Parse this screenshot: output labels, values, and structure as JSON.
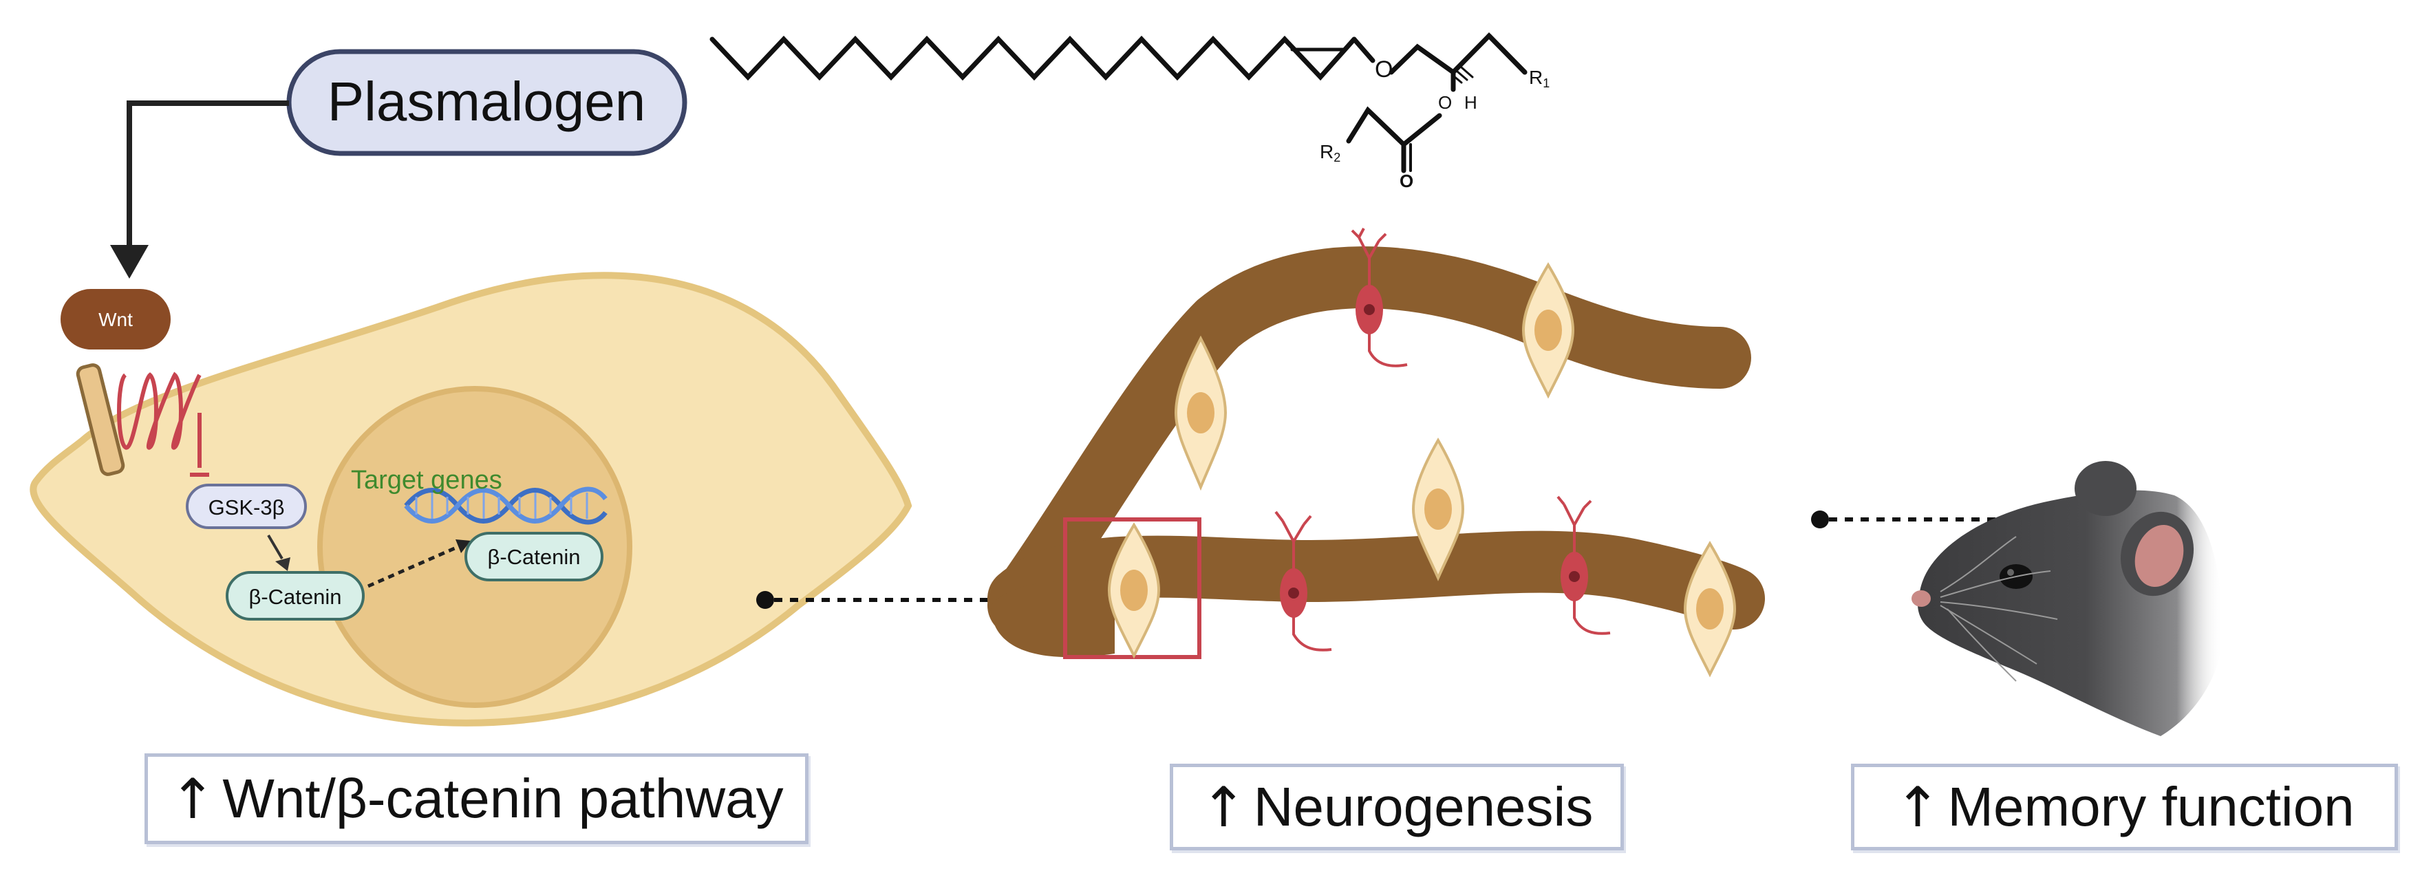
{
  "plasmalogen_label": "Plasmalogen",
  "molecule": {
    "r1": "R",
    "r1_sub": "1",
    "r2": "R",
    "r2_sub": "2",
    "o_ether": "O",
    "o_ester": "O",
    "o_carbonyl": "O",
    "h": "H"
  },
  "cell": {
    "wnt": "Wnt",
    "gsk": "GSK-3β",
    "beta_cytoplasm": "β-Catenin",
    "beta_nucleus": "β-Catenin",
    "target_genes": "Target genes"
  },
  "outcomes": {
    "arrow": "↑",
    "wnt_pathway": "Wnt/β-catenin pathway",
    "neurogenesis": "Neurogenesis",
    "memory": "Memory function"
  },
  "colors": {
    "pill_fill": "#dde1f2",
    "pill_stroke": "#3b4466",
    "cell_fill": "#f7e3b3",
    "cell_stroke": "#e4c57e",
    "nucleus_fill": "#e9c789",
    "tissue": "#8b5e2e",
    "neuron_red": "#c9454f",
    "label_border": "#b8c0d6",
    "target_genes_text": "#3f8a2e",
    "wnt_fill": "#8a4b25"
  }
}
